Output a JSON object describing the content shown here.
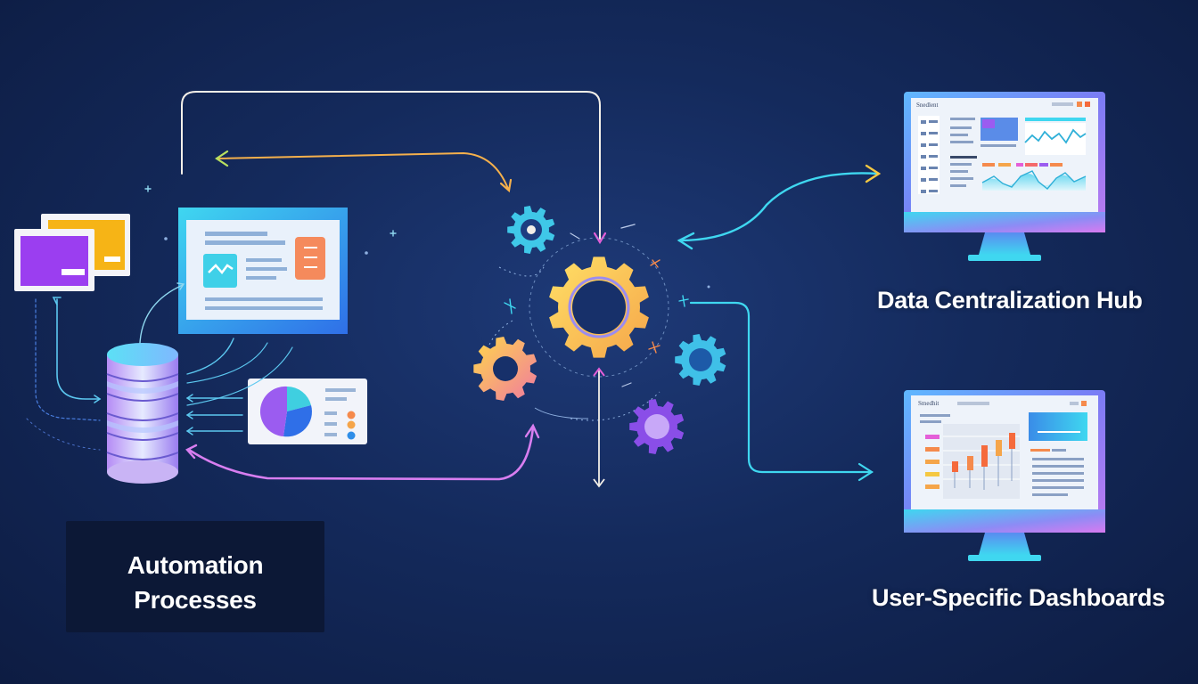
{
  "labels": {
    "automation": [
      "Automation",
      "Processes"
    ],
    "hub": "Data Centralization Hub",
    "dashboards": "User-Specific Dashboards"
  },
  "screens": {
    "hub_brand": "Snedlent",
    "dash_brand": "Smedhit"
  },
  "colors": {
    "background": "#142a5c",
    "cyan": "#3fd7f0",
    "purple": "#9b5cf0",
    "pink": "#e45fd8",
    "yellow": "#f5c842",
    "orange": "#f58a4c",
    "white_line": "#f3efe8"
  },
  "icons": [
    "folder-window-icon",
    "document-window-icon",
    "database-icon",
    "pie-chart-card-icon",
    "gear-icon",
    "monitor-icon",
    "arrow-icon"
  ]
}
